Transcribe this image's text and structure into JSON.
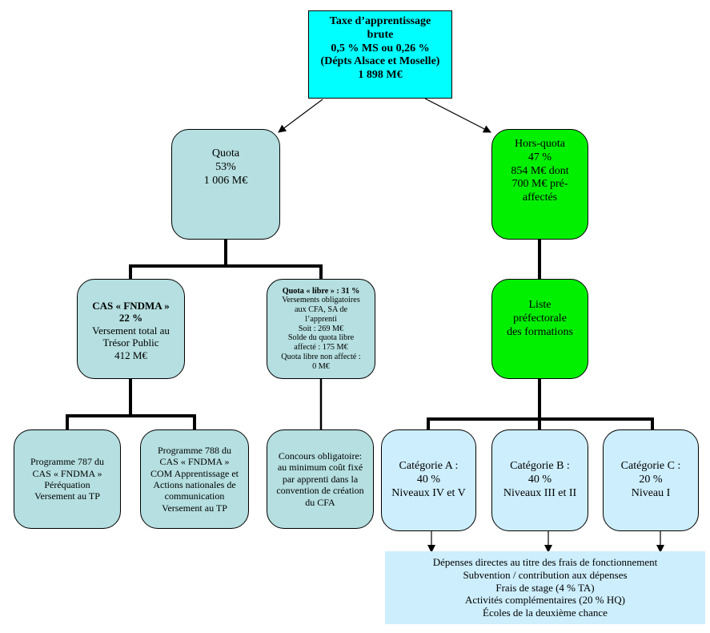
{
  "title_node": {
    "lines": [
      "Taxe d’apprentissage",
      "brute",
      "0,5 % MS ou 0,26 %",
      "(Dépts Alsace et Moselle)",
      "1 898 M€"
    ]
  },
  "quota_node": {
    "lines": [
      "Quota",
      "53%",
      "1 006 M€"
    ]
  },
  "hors_quota_node": {
    "lines": [
      "Hors-quota",
      "47 %",
      "854 M€ dont",
      "700 M€ pré-",
      "affectés"
    ]
  },
  "cas_fndma_node": {
    "bold_lines": [
      "CAS « FNDMA »",
      "22 %"
    ],
    "lines": [
      "Versement total au",
      "Trésor Public",
      "412 M€"
    ]
  },
  "quota_libre_node": {
    "bold_lines": [
      "Quota « libre » : 31 %"
    ],
    "lines": [
      "Versements obligatoires",
      "aux CFA, SA de",
      "l’apprenti",
      "Soit : 269 M€",
      "Solde du quota libre",
      "affecté : 175 M€",
      "Quota libre non affecté :",
      "0 M€"
    ]
  },
  "liste_prefectorale_node": {
    "lines": [
      "Liste",
      "préfectorale",
      "des formations"
    ]
  },
  "programme_787_node": {
    "lines": [
      "Programme 787 du",
      "CAS « FNDMA »",
      "Péréquation",
      "Versement au TP"
    ]
  },
  "programme_788_node": {
    "lines": [
      "Programme 788 du",
      "CAS « FNDMA »",
      "COM Apprentissage et",
      "Actions nationales de",
      "communication",
      "Versement au TP"
    ]
  },
  "concours_node": {
    "lines": [
      "Concours obligatoire:",
      "au minimum coût fixé",
      "par apprenti dans la",
      "convention de création",
      "du CFA"
    ]
  },
  "categorie_a_node": {
    "lines": [
      "Catégorie A :",
      "40 %",
      "Niveaux IV et V"
    ]
  },
  "categorie_b_node": {
    "lines": [
      "Catégorie B :",
      "40 %",
      "Niveaux III et II"
    ]
  },
  "categorie_c_node": {
    "lines": [
      "Catégorie C :",
      "20 %",
      "Niveau I"
    ]
  },
  "depenses_node": {
    "lines": [
      "Dépenses directes au titre des frais de fonctionnement",
      "Subvention / contribution aux dépenses",
      "Frais de stage (4 % TA)",
      "Activités complémentaires (20 % HQ)",
      "Écoles de la deuxième chance"
    ]
  },
  "colors": {
    "title_fill": "#00ffff",
    "quota_fill": "#b5dfe0",
    "hors_quota_fill": "#00f000",
    "categorie_fill": "#cdeefc",
    "connector": "#000000"
  }
}
